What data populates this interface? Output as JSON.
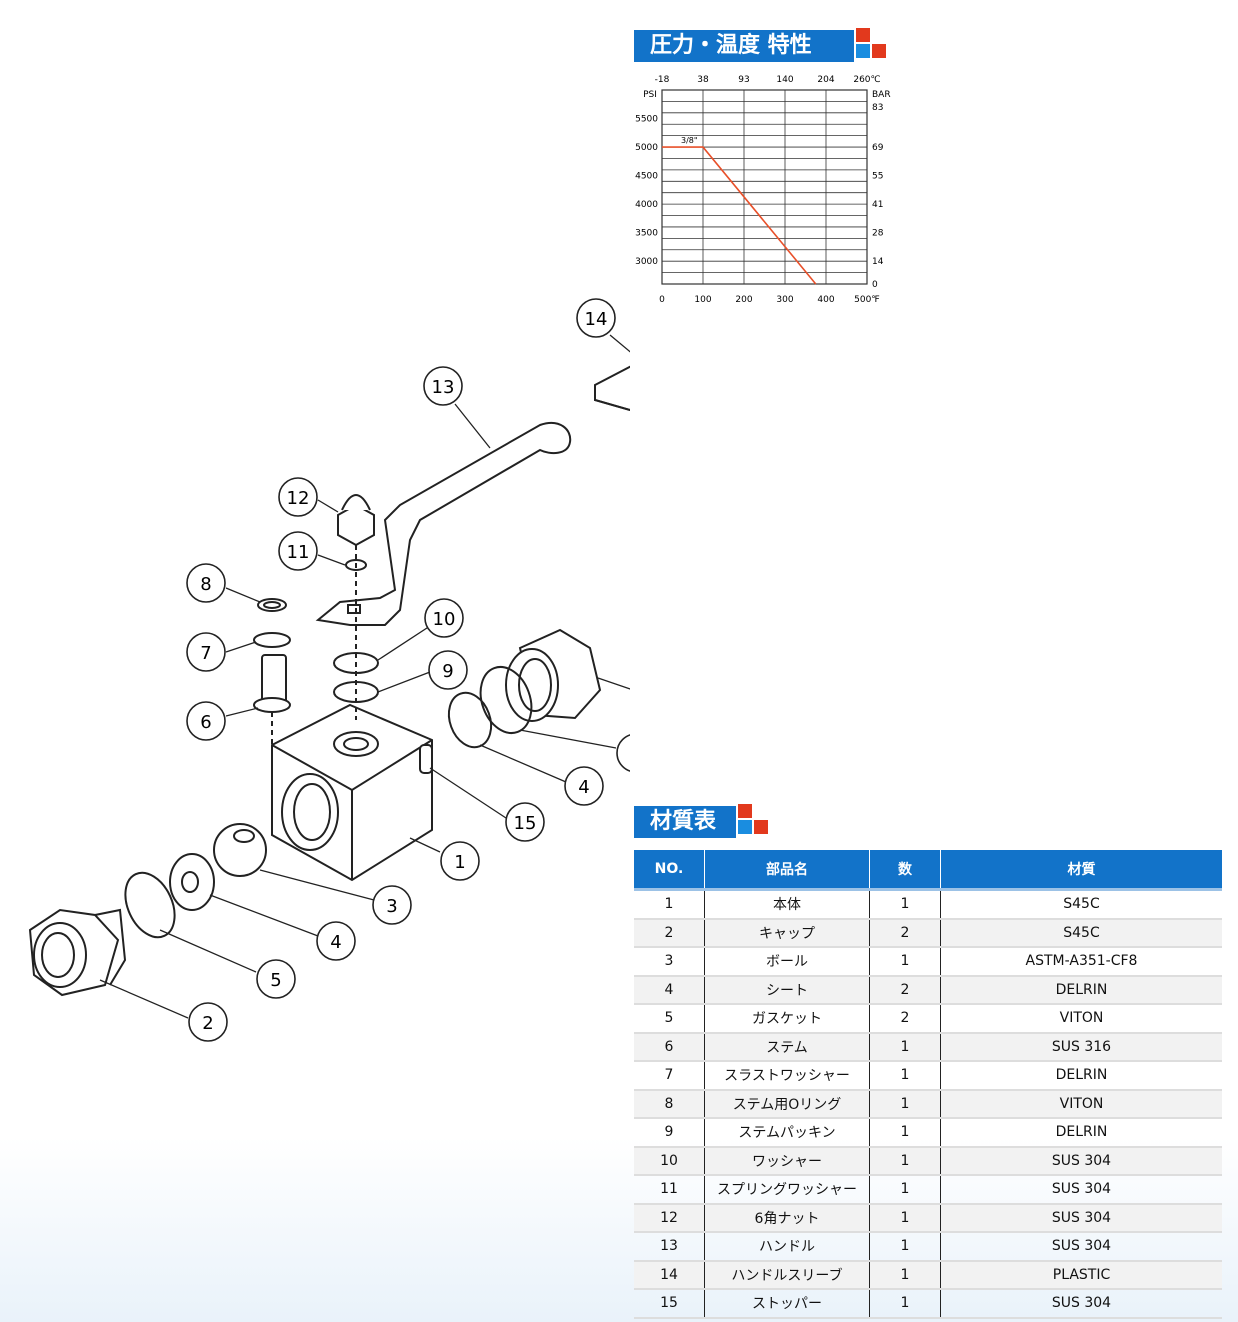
{
  "pressure_chart_title": "圧力・温度 特性",
  "materials_title": "材質表",
  "chart_data": {
    "type": "line",
    "ylabel_left": "PSI",
    "ylabel_right": "BAR",
    "x_top_ticks": [
      "-18",
      "38",
      "93",
      "140",
      "204",
      "260℃"
    ],
    "x_bottom_ticks": [
      "0",
      "100",
      "200",
      "300",
      "400",
      "500℉"
    ],
    "y_left_ticks": [
      "5500",
      "5000",
      "4500",
      "4000",
      "3500",
      "3000"
    ],
    "y_right_ticks": [
      "83",
      "69",
      "55",
      "41",
      "28",
      "14",
      "0"
    ],
    "series": [
      {
        "name": "3/8\"",
        "points": [
          [
            0,
            5000
          ],
          [
            100,
            5000
          ],
          [
            375,
            2600
          ]
        ]
      }
    ],
    "xlim": [
      0,
      500
    ],
    "ylim": [
      2600,
      6000
    ],
    "grid": true,
    "line_color": "#e8502a"
  },
  "callouts": [
    "1",
    "2",
    "2",
    "3",
    "4",
    "4",
    "5",
    "5",
    "6",
    "7",
    "8",
    "9",
    "10",
    "11",
    "12",
    "13",
    "14",
    "15"
  ],
  "materials": {
    "headers": [
      "NO.",
      "部品名",
      "数",
      "材質"
    ],
    "rows": [
      [
        "1",
        "本体",
        "1",
        "S45C"
      ],
      [
        "2",
        "キャップ",
        "2",
        "S45C"
      ],
      [
        "3",
        "ボール",
        "1",
        "ASTM-A351-CF8"
      ],
      [
        "4",
        "シート",
        "2",
        "DELRIN"
      ],
      [
        "5",
        "ガスケット",
        "2",
        "VITON"
      ],
      [
        "6",
        "ステム",
        "1",
        "SUS 316"
      ],
      [
        "7",
        "スラストワッシャー",
        "1",
        "DELRIN"
      ],
      [
        "8",
        "ステム用Oリング",
        "1",
        "VITON"
      ],
      [
        "9",
        "ステムパッキン",
        "1",
        "DELRIN"
      ],
      [
        "10",
        "ワッシャー",
        "1",
        "SUS 304"
      ],
      [
        "11",
        "スプリングワッシャー",
        "1",
        "SUS 304"
      ],
      [
        "12",
        "6角ナット",
        "1",
        "SUS 304"
      ],
      [
        "13",
        "ハンドル",
        "1",
        "SUS 304"
      ],
      [
        "14",
        "ハンドルスリーブ",
        "1",
        "PLASTIC"
      ],
      [
        "15",
        "ストッパー",
        "1",
        "SUS 304"
      ]
    ]
  },
  "colors": {
    "header_blue": "#1273c9",
    "accent_red": "#e2391d",
    "accent_blue": "#1a8de0"
  }
}
